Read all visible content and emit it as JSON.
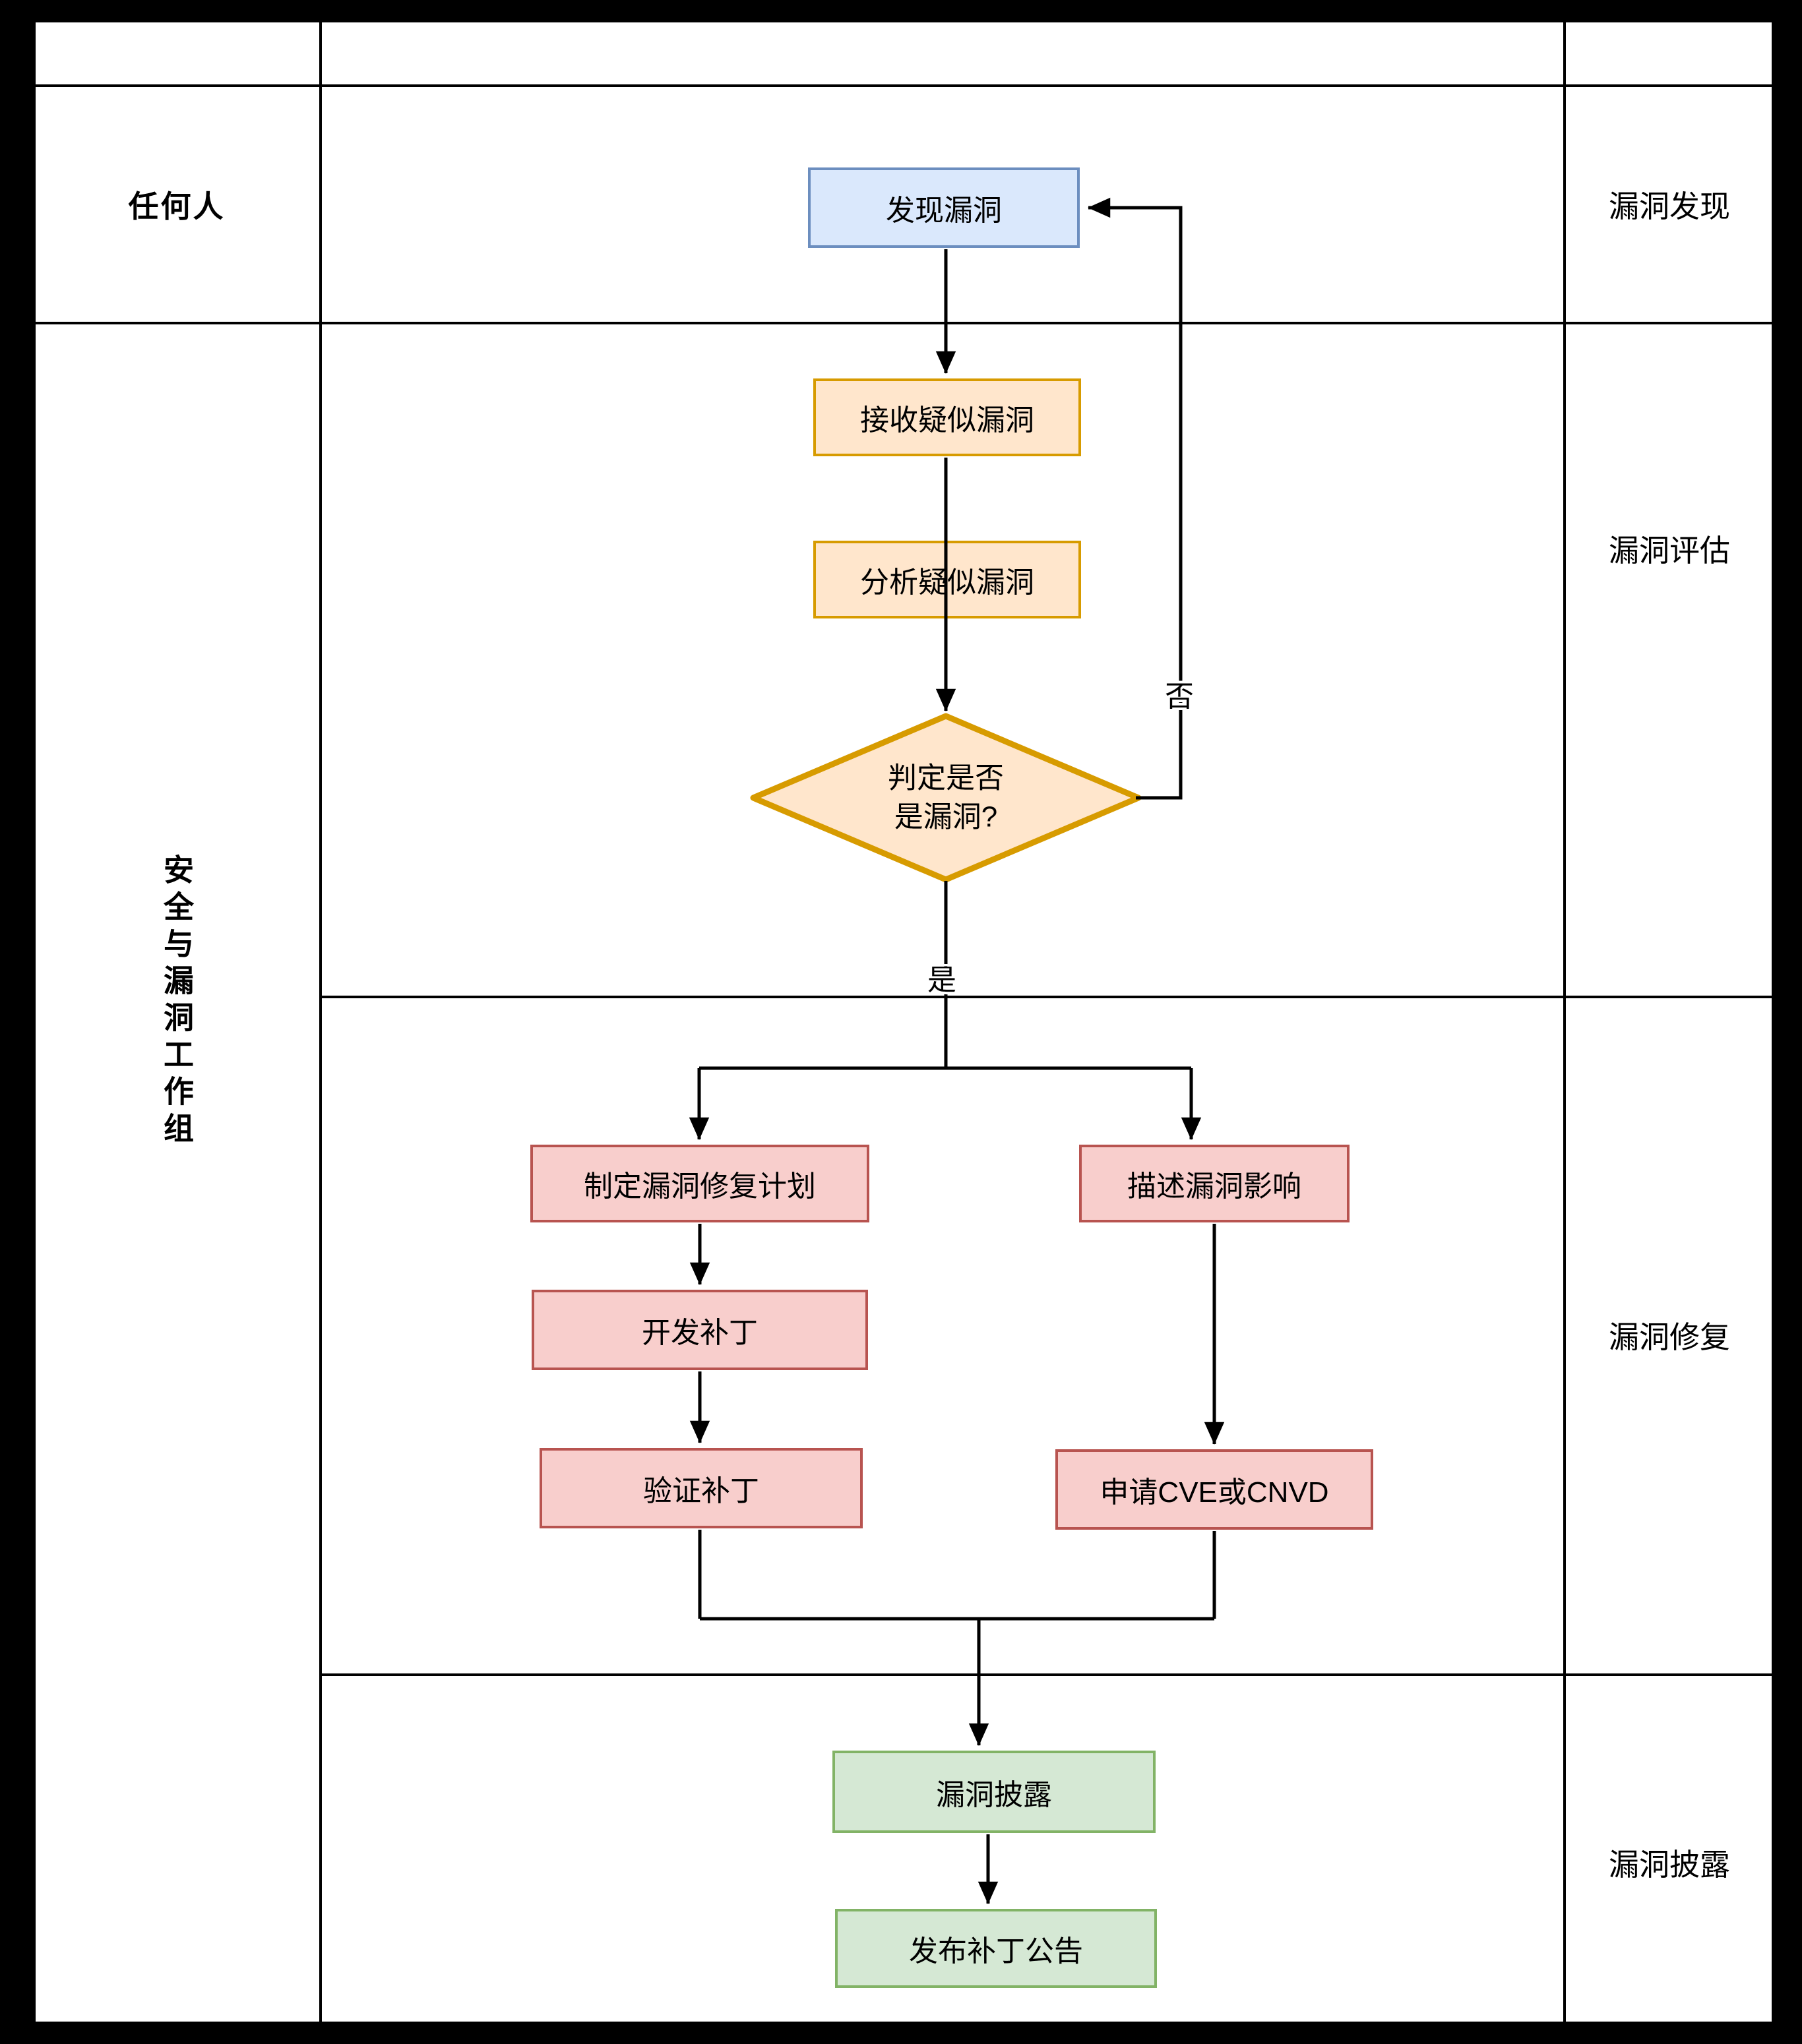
{
  "lanes": {
    "actors": [
      {
        "label": "任何人"
      },
      {
        "label": "安全与漏洞工作组"
      }
    ],
    "phases": [
      {
        "label": "漏洞发现"
      },
      {
        "label": "漏洞评估"
      },
      {
        "label": "漏洞修复"
      },
      {
        "label": "漏洞披露"
      }
    ]
  },
  "nodes": {
    "discover": {
      "label": "发现漏洞"
    },
    "receive": {
      "label": "接收疑似漏洞"
    },
    "analyze": {
      "label": "分析疑似漏洞"
    },
    "judge": {
      "label": "判定是否\n是漏洞?"
    },
    "plan": {
      "label": "制定漏洞修复计划"
    },
    "develop": {
      "label": "开发补丁"
    },
    "verify": {
      "label": "验证补丁"
    },
    "describe": {
      "label": "描述漏洞影响"
    },
    "cve": {
      "label": "申请CVE或CNVD"
    },
    "disclose": {
      "label": "漏洞披露"
    },
    "announce": {
      "label": "发布补丁公告"
    }
  },
  "edge_labels": {
    "no": "否",
    "yes": "是"
  },
  "colors": {
    "page_bg": "#000000",
    "canvas_bg": "#ffffff",
    "line": "#000000",
    "blue_fill": "#dae8fc",
    "blue_stroke": "#6c8ebf",
    "orange_fill": "#ffe6cc",
    "orange_stroke": "#d79b00",
    "red_fill": "#f8cecc",
    "red_stroke": "#b85450",
    "green_fill": "#d5e8d4",
    "green_stroke": "#82b366"
  }
}
